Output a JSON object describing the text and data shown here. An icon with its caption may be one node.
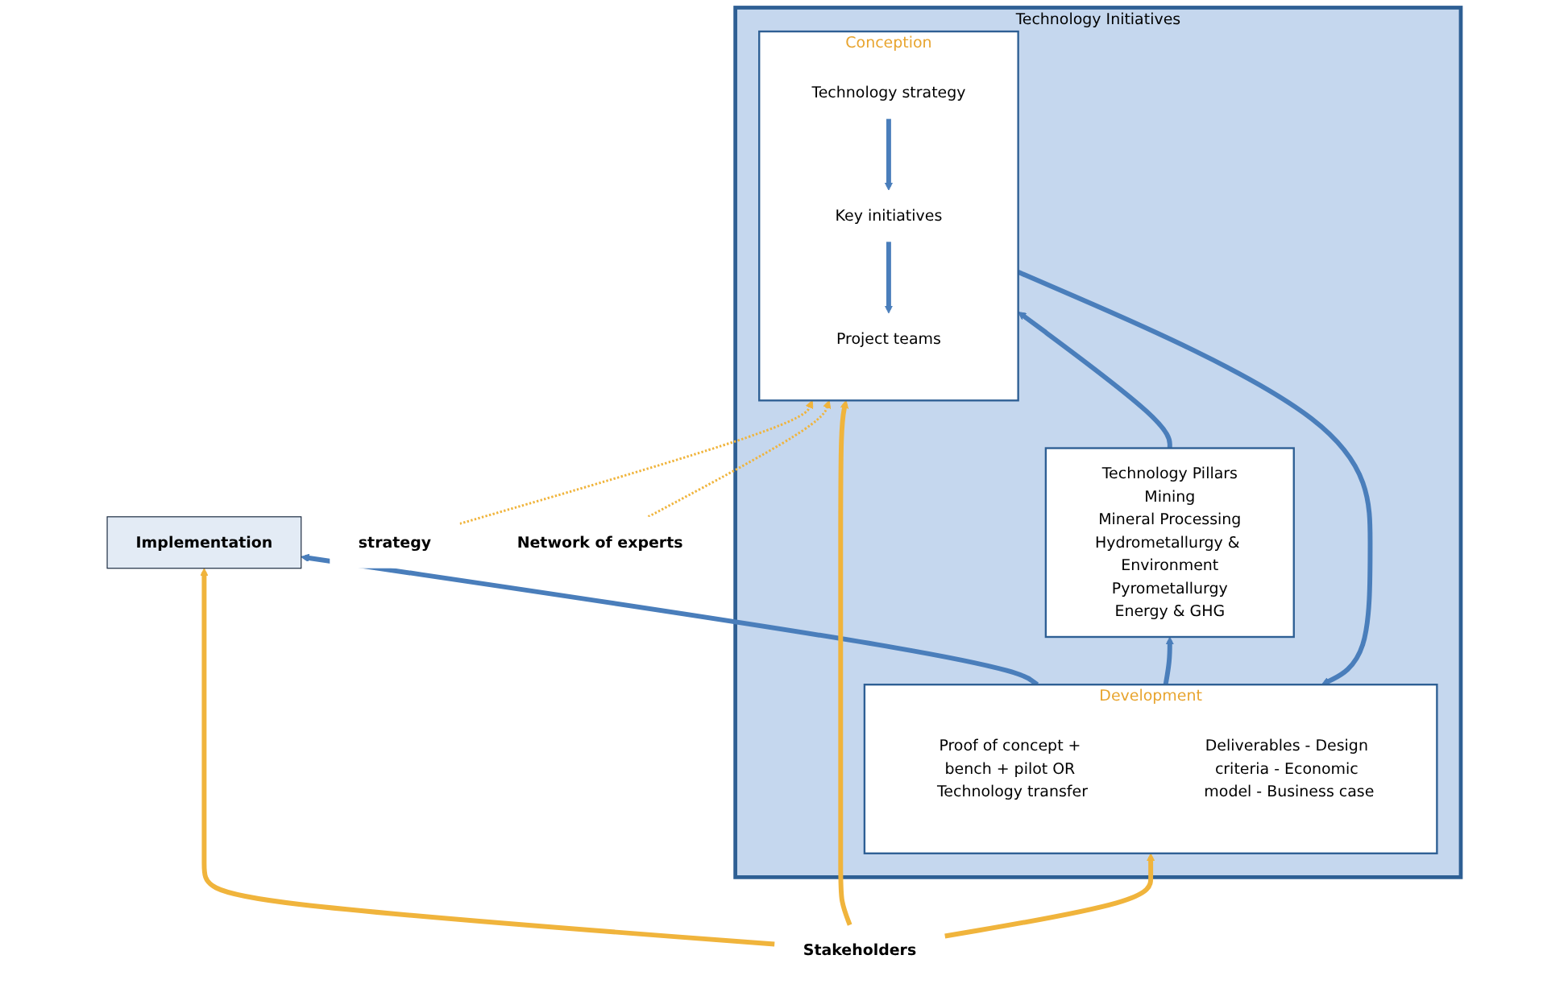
{
  "diagram": {
    "nodes": [
      {
        "text": [
          "Technology Initiatives"
        ]
      },
      {
        "text": [
          "Technology Pillars",
          "Mining",
          "Mineral Processing",
          "Hydrometallurgy & Environment",
          "Pyrometallurgy",
          "Energy & GHG"
        ],
        "in": 0
      },
      {
        "text": [
          "Conception"
        ],
        "in": 0
      },
      {
        "text": [
          "Technology strategy"
        ],
        "in": 2
      },
      {
        "text": [
          "Key initiatives"
        ],
        "in": 2
      },
      {
        "text": [
          "Project teams"
        ],
        "in": 2
      },
      {
        "text": [
          "Development"
        ],
        "in": 0
      },
      {
        "text": [
          "Proof of concept + bench + pilot OR Technology transfer"
        ],
        "in": 6
      },
      {
        "text": [
          "Deliverables - Design criteria - Economic model - Business case"
        ],
        "in": 6
      },
      {
        "text": [
          "strategy"
        ]
      },
      {
        "text": [
          "Network of experts"
        ]
      },
      {
        "text": [
          "Implementation"
        ]
      },
      {
        "text": [
          "Stakeholders"
        ]
      }
    ],
    "edges": [
      {
        "from": 1,
        "to": 2,
        "arrow": "to"
      },
      {
        "from": 3,
        "to": 4,
        "arrow": "to"
      },
      {
        "from": 4,
        "to": 5,
        "arrow": "to"
      },
      {
        "from": 2,
        "to": 6,
        "arrow": "to"
      },
      {
        "from": 6,
        "to": 11,
        "arrow": "to"
      },
      {
        "from": 6,
        "to": 1,
        "arrow": "to"
      },
      {
        "from": 9,
        "to": 2,
        "arrow": "to",
        "style": "dashed",
        "color": "#f0b43c"
      },
      {
        "from": 10,
        "to": 2,
        "arrow": "to",
        "style": "dashed",
        "color": "#f0b43c"
      },
      {
        "from": 12,
        "to": 2,
        "arrow": "to",
        "color": "#f0b43c"
      },
      {
        "from": 12,
        "to": 6,
        "arrow": "to",
        "color": "#f0b43c"
      },
      {
        "from": 12,
        "to": 11,
        "arrow": "to",
        "color": "#f0b43c"
      }
    ]
  }
}
